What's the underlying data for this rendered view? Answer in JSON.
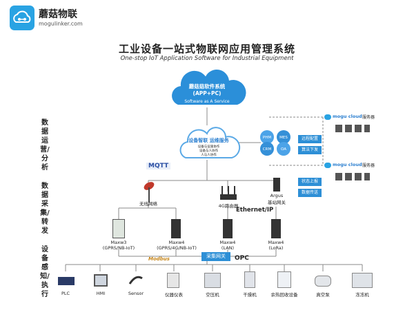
{
  "brand": {
    "name": "蘑菇物联",
    "url": "mogulinker.com"
  },
  "title": "工业设备一站式物联网应用管理系统",
  "subtitle": "One-stop IoT Application Software for Industrial Equipment",
  "side_labels": {
    "data_analysis": "数据运营/分析",
    "data_collect": "数据采集/转发",
    "device_exec": "设备感知/执行"
  },
  "cloud_top": {
    "line1": "蘑菇菇软件系统",
    "line2": "(APP+PC)",
    "line3": "Software as A Service"
  },
  "cloud_mid": {
    "title": "设备智联 运维服务",
    "l1": "设备与设施协作",
    "l2": "设备与人协作",
    "l3": "人与人协作"
  },
  "services": [
    "PHM",
    "MES",
    "CRM",
    "OA"
  ],
  "actions": [
    "远程配置",
    "算法下发",
    "状态上报",
    "数据传送"
  ],
  "mogu_cloud": {
    "brand": "mogu cloud",
    "suffix": "服务器"
  },
  "mqtt": "MQTT",
  "ethernet": "Ethernet/IP",
  "network": {
    "wireless": "无线网络",
    "router": "4G路由器",
    "argus_name": "Argus",
    "argus_sub": "基站网关"
  },
  "gateways": [
    {
      "name": "Maxw3",
      "sub": "(GPRS/NB-IoT)"
    },
    {
      "name": "Maxw4",
      "sub": "(GPRS/4G/NB-IoT)"
    },
    {
      "name": "Maxw4",
      "sub": "(LAN)"
    },
    {
      "name": "Maxw4",
      "sub": "(LoRa)"
    }
  ],
  "collect_gateway": "采集网关",
  "protocols": {
    "modbus": "Modbus",
    "opc": "OPC"
  },
  "devices": [
    "PLC",
    "HMI",
    "Sensor",
    "仪器仪表",
    "空压机",
    "干燥机",
    "余热回收设备",
    "真空泵",
    "冻冻机"
  ],
  "colors": {
    "accent": "#29a3e3",
    "cloud": "#2b8fd9",
    "tag": "#2d8fd6",
    "line": "#888888"
  }
}
